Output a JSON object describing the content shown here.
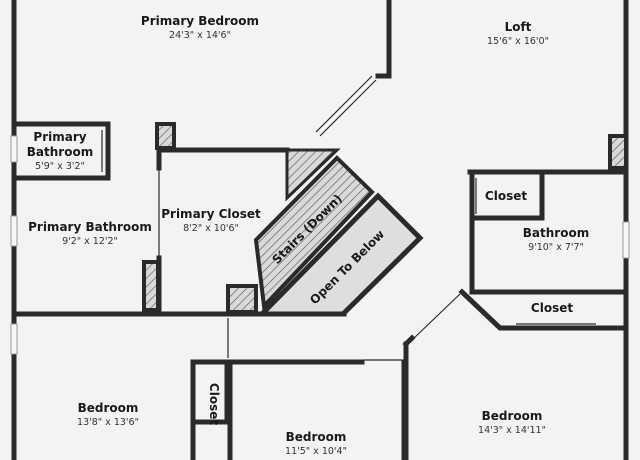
{
  "rooms": {
    "primary_bedroom": {
      "name": "Primary Bedroom",
      "dims": "24'3\" x 14'6\""
    },
    "loft": {
      "name": "Loft",
      "dims": "15'6\" x 16'0\""
    },
    "primary_bathroom_small": {
      "name_line1": "Primary",
      "name_line2": "Bathroom",
      "dims": "5'9\" x 3'2\""
    },
    "primary_bathroom": {
      "name": "Primary Bathroom",
      "dims": "9'2\" x 12'2\""
    },
    "primary_closet": {
      "name": "Primary Closet",
      "dims": "8'2\" x 10'6\""
    },
    "stairs": {
      "name": "Stairs (Down)"
    },
    "open_to_below": {
      "name": "Open To Below"
    },
    "closet_upper": {
      "name": "Closet"
    },
    "bathroom": {
      "name": "Bathroom",
      "dims": "9'10\" x 7'7\""
    },
    "closet_right": {
      "name": "Closet"
    },
    "closet_small": {
      "name": "Closet"
    },
    "bedroom_left": {
      "name": "Bedroom",
      "dims": "13'8\" x 13'6\""
    },
    "bedroom_center": {
      "name": "Bedroom",
      "dims": "11'5\" x 10'4\""
    },
    "bedroom_right": {
      "name": "Bedroom",
      "dims": "14'3\" x 14'11\""
    }
  }
}
